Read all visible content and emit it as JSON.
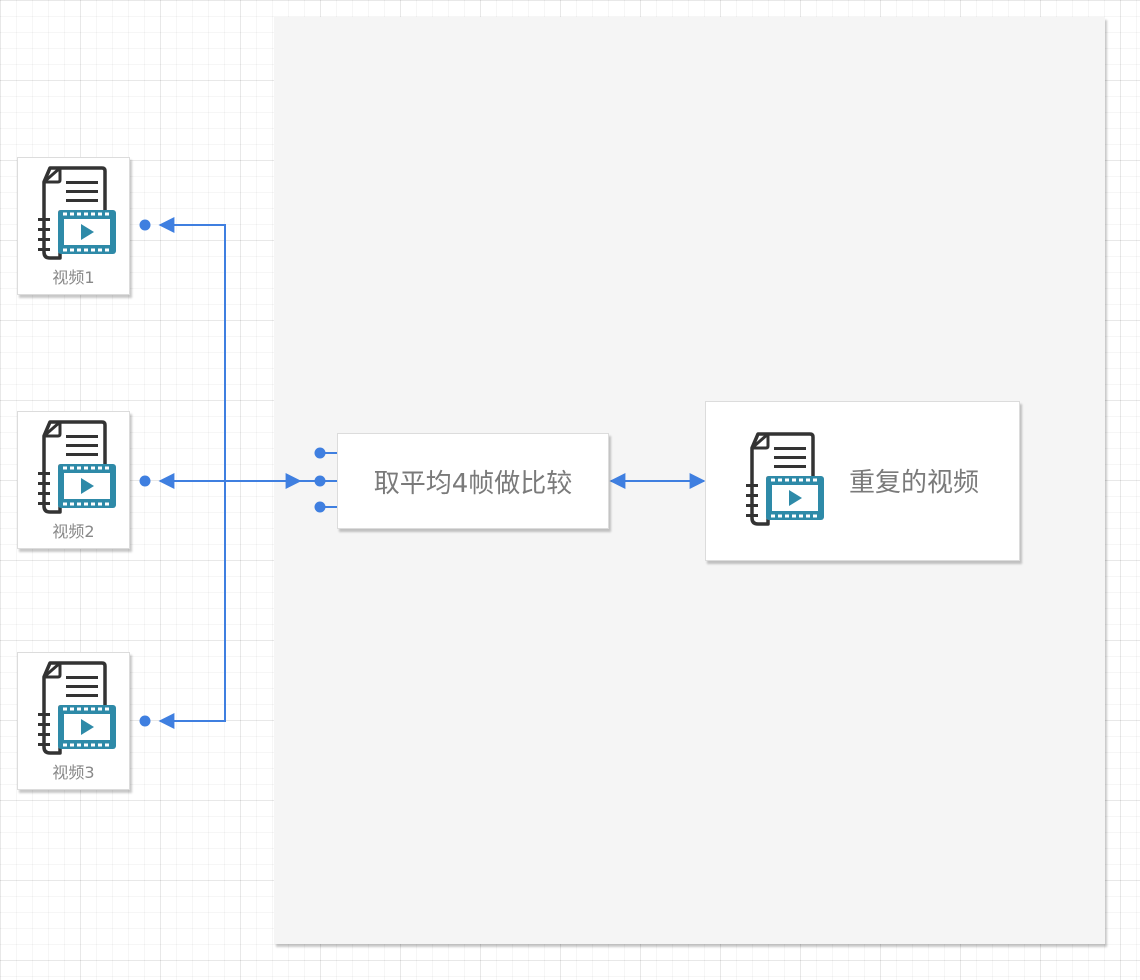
{
  "diagram": {
    "nodes": {
      "video_1": {
        "label": "视频1"
      },
      "video_2": {
        "label": "视频2"
      },
      "video_3": {
        "label": "视频3"
      },
      "process": {
        "label": "取平均4帧做比较"
      },
      "result": {
        "label": "重复的视频"
      }
    },
    "edges": [
      {
        "from": "process",
        "to": "video_1",
        "bidirectional": false
      },
      {
        "from": "process",
        "to": "video_2",
        "bidirectional": true
      },
      {
        "from": "process",
        "to": "video_3",
        "bidirectional": false
      },
      {
        "from": "process",
        "to": "result",
        "bidirectional": true
      }
    ],
    "icons": {
      "video": "video-file-icon"
    },
    "colors": {
      "connector": "#3f7fe0",
      "icon_accent": "#2e8aa8",
      "icon_outline": "#333333",
      "container": "#f5f5f5",
      "label": "#888888"
    }
  }
}
